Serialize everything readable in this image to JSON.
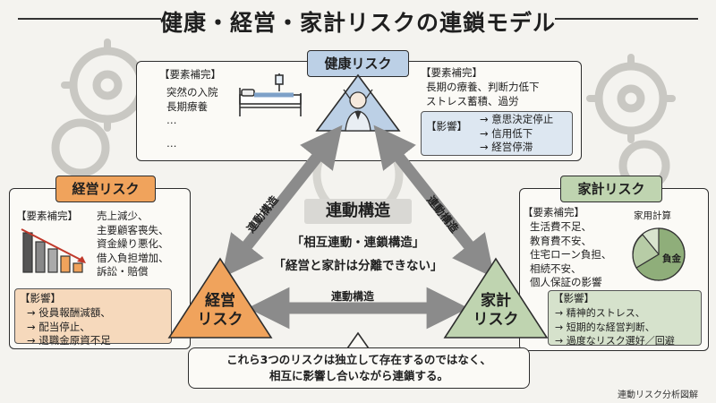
{
  "title": "健康・経営・家計リスクの連鎖モデル",
  "health": {
    "label": "健康リスク",
    "left_heading": "【要素補完】",
    "left_items": [
      "突然の入院",
      "長期療養",
      "…",
      "…"
    ],
    "right_heading": "【要素補完】",
    "right_items": [
      "長期の療養、判断力低下",
      "ストレス蓄積、過労"
    ],
    "impact_heading": "【影響】",
    "impact_items": [
      "→ 意思決定停止",
      "→ 信用低下",
      "→ 経営停滞"
    ]
  },
  "business": {
    "label": "経営リスク",
    "heading": "【要素補完】",
    "items": [
      "売上減少、",
      "主要顧客喪失、",
      "資金繰り悪化、",
      "借入負担増加、",
      "訴訟・賠償"
    ],
    "impact_heading": "【影響】",
    "impact_items": [
      "→ 役員報酬減額、",
      "→ 配当停止、",
      "→ 退職金原資不足"
    ],
    "tri_label": [
      "経営",
      "リスク"
    ]
  },
  "household": {
    "label": "家計リスク",
    "heading": "【要素補完】",
    "items": [
      "生活費不足、",
      "教育費不安、",
      "住宅ローン負担、",
      "相続不安、",
      "個人保証の影響"
    ],
    "chart_title": "家用計算",
    "chart_slice_label": "負金",
    "impact_heading": "【影響】",
    "impact_items": [
      "→ 精神的ストレス、",
      "→ 短期的な経営判断、",
      "→ 過度なリスク選好／回避"
    ],
    "tri_label": [
      "家計",
      "リスク"
    ]
  },
  "center": {
    "heading": "連動構造",
    "line1": "「相互連動・連鎖構造」",
    "line2": "「経営と家計は分離できない」"
  },
  "arrows": {
    "left": "連動構造",
    "right": "連動構造",
    "bottom": "連動構造"
  },
  "bottom_note": {
    "line1": "これら3つのリスクは独立して存在するのではなく、",
    "line2": "相互に影響し合いながら連鎖する。"
  },
  "footer": "連動リスク分析図解",
  "colors": {
    "health": "#bcd0e6",
    "business": "#f0a35c",
    "household": "#bfd4b0",
    "business_impact": "#f6d9bc",
    "household_impact": "#d6e2cc",
    "health_impact": "#dde7f1",
    "arrow": "#8b8b8b"
  }
}
